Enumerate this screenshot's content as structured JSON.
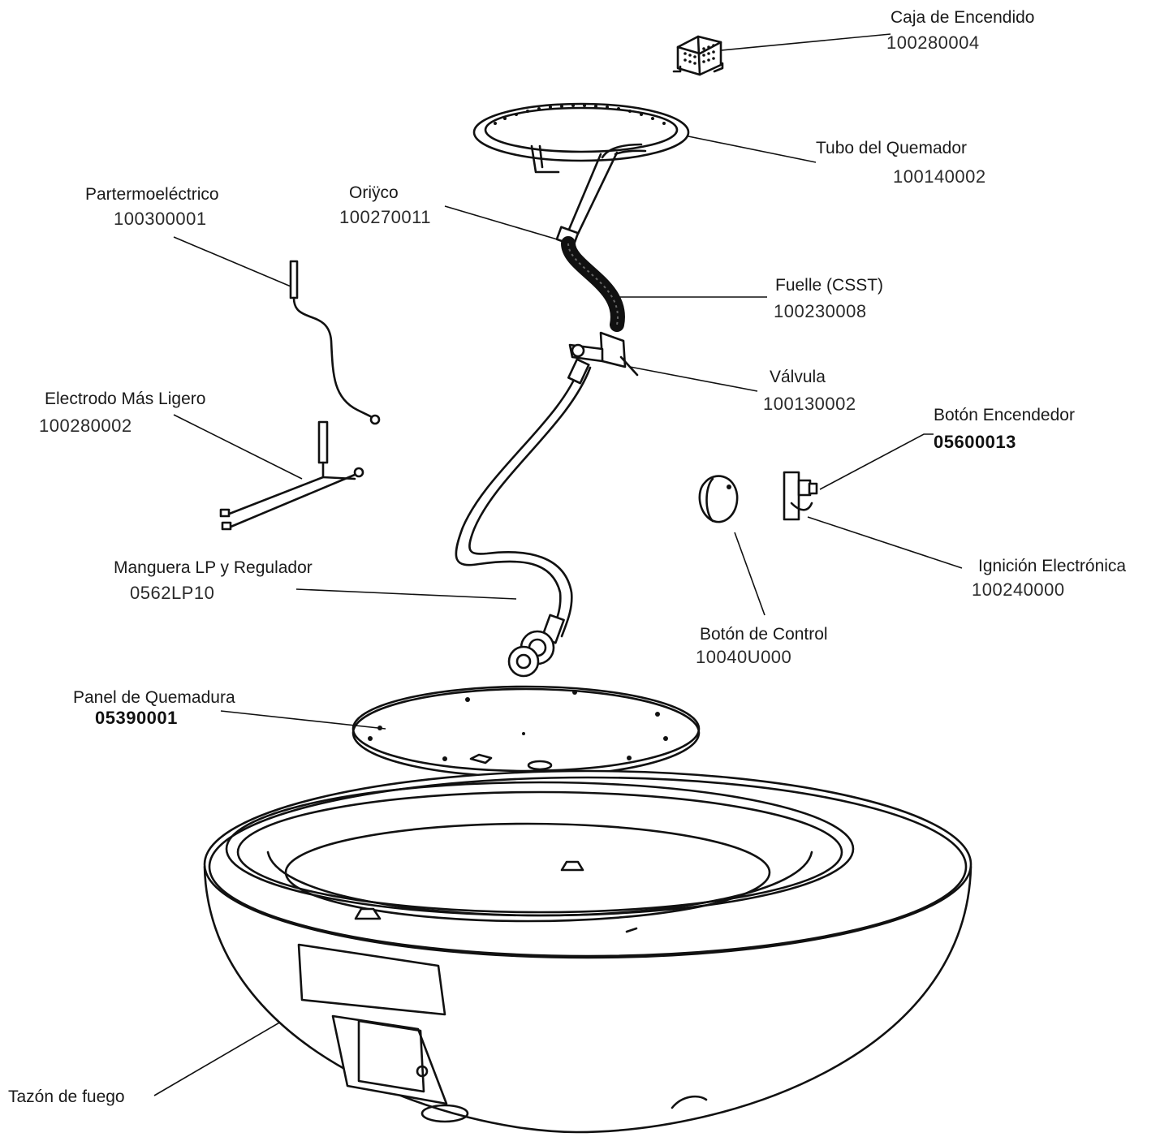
{
  "parts": {
    "ignition_box": {
      "name": "Caja de Encendido",
      "code": "100280004"
    },
    "burner_tube": {
      "name": "Tubo del Quemador",
      "code": "100140002"
    },
    "orifice": {
      "name": "Oriÿco",
      "code": "100270011"
    },
    "thermocouple": {
      "name": "Partermoeléctrico",
      "code": "100300001"
    },
    "bellows": {
      "name": "Fuelle (CSST)",
      "code": "100230008"
    },
    "valve": {
      "name": "Válvula",
      "code": "100130002"
    },
    "electrode": {
      "name": "Electrodo Más Ligero",
      "code": "100280002"
    },
    "igniter_button": {
      "name": "Botón Encendedor",
      "code": "05600013"
    },
    "electronic_ignition": {
      "name": "Ignición Electrónica",
      "code": "100240000"
    },
    "hose_regulator": {
      "name": "Manguera LP y Regulador",
      "code": "0562LP10"
    },
    "control_knob": {
      "name": "Botón de Control",
      "code": "10040U000"
    },
    "burn_panel": {
      "name": "Panel de Quemadura",
      "code": "05390001"
    },
    "fire_bowl": {
      "name": "Tazón de fuego"
    }
  }
}
